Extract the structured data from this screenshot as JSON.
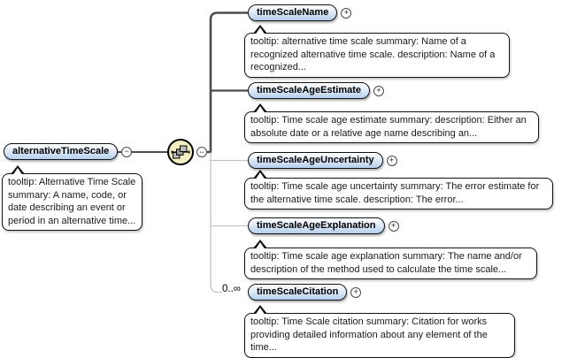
{
  "diagram": {
    "root": {
      "label": "alternativeTimeScale",
      "toggle": "−",
      "tooltip": "tooltip: Alternative Time Scale summary: A name, code, or date describing an event or period in an alternative time..."
    },
    "compositor": {
      "icon": "sequence-compositor-icon",
      "toggle": "−"
    },
    "children": [
      {
        "label": "timeScaleName",
        "toggle": "+",
        "tooltip": "tooltip: alternative time scale summary: Name of a recognized alternative time scale. description: Name of a recognized..."
      },
      {
        "label": "timeScaleAgeEstimate",
        "toggle": "+",
        "tooltip": "tooltip: Time scale age estimate summary: description: Either an absolute date or a relative age name describing an..."
      },
      {
        "label": "timeScaleAgeUncertainty",
        "toggle": "+",
        "tooltip": "tooltip: Time scale age uncertainty summary: The error estimate for the alternative time scale. description: The error..."
      },
      {
        "label": "timeScaleAgeExplanation",
        "toggle": "+",
        "tooltip": "tooltip: Time scale age explanation summary: The name and/or description of the method used to calculate the time scale..."
      },
      {
        "label": "timeScaleCitation",
        "toggle": "+",
        "multiplicity": "0..∞",
        "tooltip": "tooltip: Time Scale citation summary: Citation for works providing detailed information about any element of the time..."
      }
    ],
    "colors": {
      "element_fill": "#b5cfee",
      "compositor_fill": "#f2efc0",
      "connector_dark": "#4d4d4d",
      "connector_light": "#c4c4c4",
      "border": "#111111"
    }
  }
}
